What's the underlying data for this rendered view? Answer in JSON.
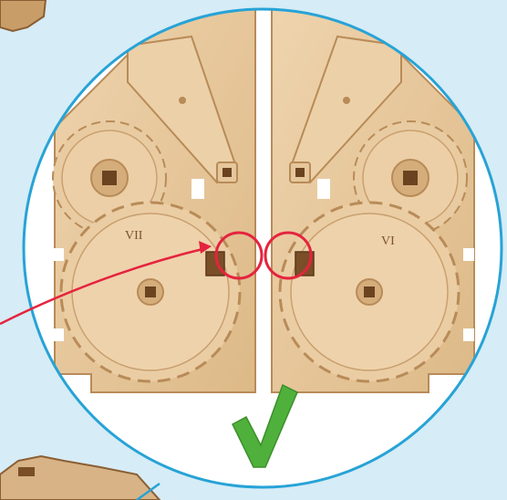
{
  "scene": {
    "left_panel_numeral": "VII",
    "right_panel_numeral": "VI",
    "colors": {
      "background": "#d6ecf6",
      "circle_fill": "#ffffff",
      "circle_stroke": "#27a3d6",
      "wood": "#e8c9a0",
      "wood_dark": "#c9a06f",
      "wood_edge": "#b88b58",
      "highlight_ring": "#e5233e",
      "arrow": "#e5233e",
      "checkmark": "#4fb13b"
    },
    "icons": [
      "checkmark-icon",
      "arrow-pointer",
      "highlight-ring"
    ]
  }
}
